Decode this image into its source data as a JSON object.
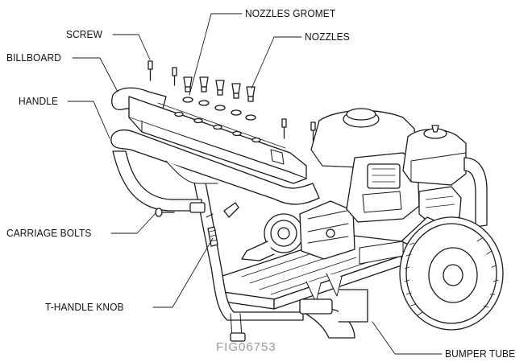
{
  "labels": {
    "nozzles_gromet": "NOZZLES GROMET",
    "screw": "SCREW",
    "nozzles": "NOZZLES",
    "billboard": "BILLBOARD",
    "handle": "HANDLE",
    "carriage_bolts": "CARRIAGE BOLTS",
    "t_handle_knob": "T-HANDLE KNOB",
    "bumper_tube": "BUMPER TUBE"
  },
  "figure_id": "FIG06753",
  "colors": {
    "line": "#1a1a1a",
    "figure_id": "#9a9a9a"
  }
}
